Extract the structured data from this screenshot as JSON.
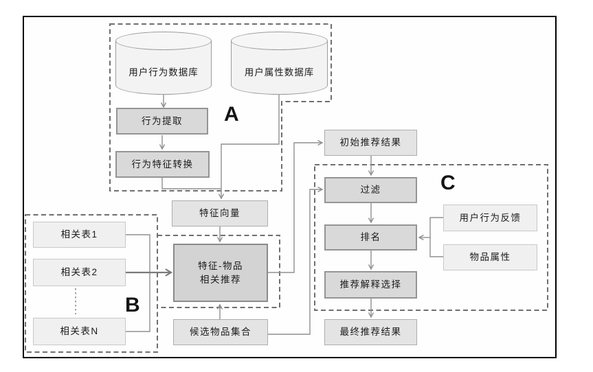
{
  "diagram": {
    "groups": {
      "a": "A",
      "b": "B",
      "c": "C"
    },
    "nodes": {
      "behavior_db": "用户行为数据库",
      "attribute_db": "用户属性数据库",
      "behavior_extract": "行为提取",
      "behavior_feature_convert": "行为特征转换",
      "feature_vector": "特征向量",
      "feature_item_rec": "特征-物品\n相关推荐",
      "candidate_items": "候选物品集合",
      "initial_results": "初始推荐结果",
      "filter": "过滤",
      "ranking": "排名",
      "explanation_select": "推荐解释选择",
      "final_results": "最终推荐结果",
      "user_feedback": "用户行为反馈",
      "item_attributes": "物品属性",
      "related_table_1": "相关表1",
      "related_table_2": "相关表2",
      "related_table_n": "相关表N"
    },
    "colors": {
      "process_fill": "#d9d9d9",
      "process_border": "#949494",
      "strong_fill": "#d3d3d3",
      "data_fill": "#e4e4e4",
      "light_fill": "#f0f0f0",
      "connector": "#8f8f8f",
      "dashed_region": "#6e6e6e",
      "frame_border": "#000000"
    }
  }
}
